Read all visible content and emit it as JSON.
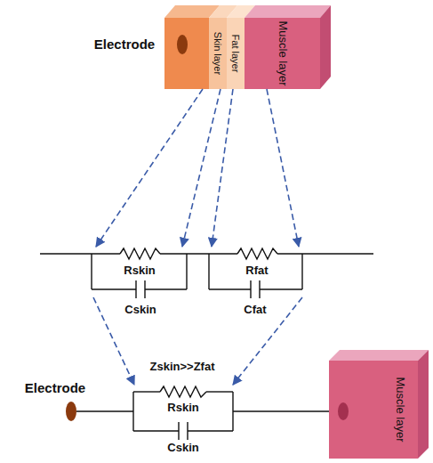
{
  "diagram": {
    "labels": [
      "Electrode",
      "Skin layer",
      "Fat layer",
      "Muscle layer",
      "Rskin",
      "Cskin",
      "Rfat",
      "Cfat",
      "Zskin>>Zfat",
      "Rskin",
      "Cskin",
      "Electrode",
      "Muscle layer"
    ]
  }
}
